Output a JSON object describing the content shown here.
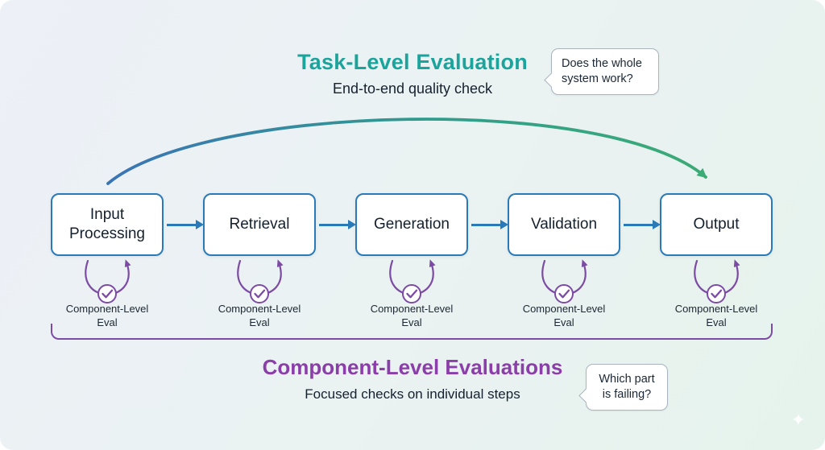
{
  "task_level": {
    "title": "Task-Level Evaluation",
    "subtitle": "End-to-end quality check",
    "bubble": "Does the whole system work?"
  },
  "pipeline": {
    "steps": [
      {
        "label": "Input Processing"
      },
      {
        "label": "Retrieval"
      },
      {
        "label": "Generation"
      },
      {
        "label": "Validation"
      },
      {
        "label": "Output"
      }
    ],
    "component_eval_label": "Component-Level Eval"
  },
  "component_level": {
    "title": "Component-Level Evaluations",
    "subtitle": "Focused checks on individual steps",
    "bubble": "Which part is failing?"
  },
  "icons": {
    "check": "✓",
    "sparkle": "✦"
  },
  "colors": {
    "teal": "#1ba49c",
    "blue": "#2a7ab8",
    "purple": "#7c4ba4",
    "purple-heading": "#8b3da9",
    "arc-start": "#3b74b5",
    "arc-mid": "#2f9d8c",
    "arc-end": "#3cab76",
    "text-dark": "#15212f",
    "bubble-border": "#a9b4c0"
  }
}
